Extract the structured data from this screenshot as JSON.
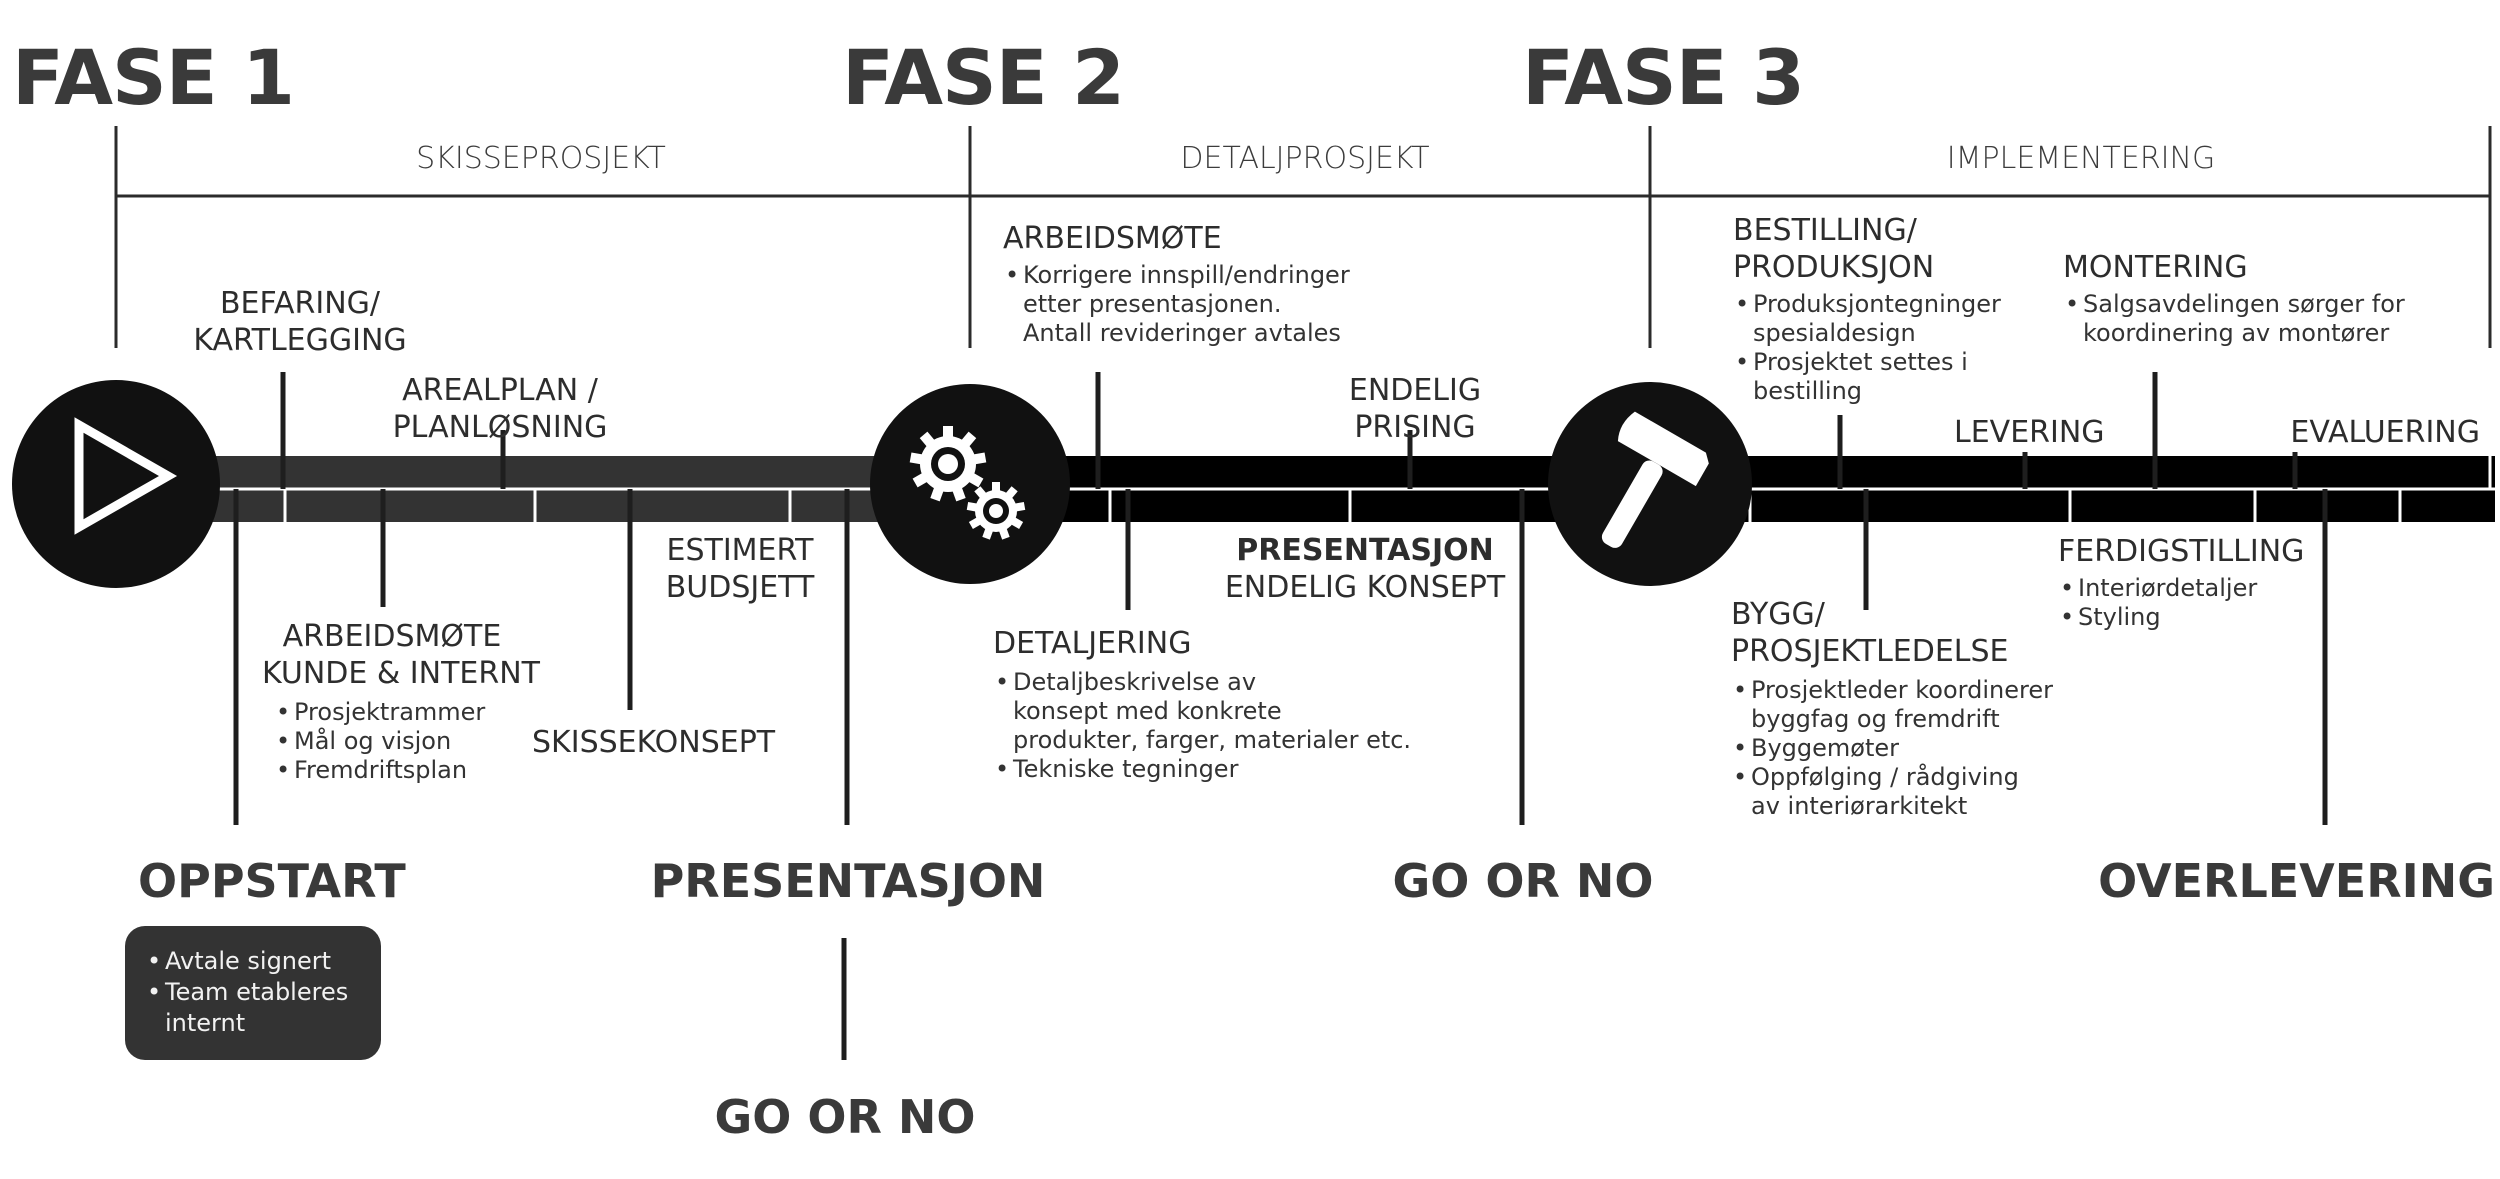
{
  "phases": [
    "FASE 1",
    "FASE 2",
    "FASE 3"
  ],
  "sections": [
    "SKISSEPROSJEKT",
    "DETALJPROSJEKT",
    "IMPLEMENTERING"
  ],
  "icons": [
    "play-icon",
    "gears-icon",
    "hammer-icon"
  ],
  "colors": {
    "bar_light": "#333333",
    "bar_dark": "#000000",
    "text": "#2b2b2b",
    "card": "#333333"
  },
  "upper": {
    "befaring": {
      "title_1": "BEFARING/",
      "title_2": "KARTLEGGING"
    },
    "arealplan": {
      "title_1": "AREALPLAN /",
      "title_2": "PLANLØSNING"
    },
    "arbeidsmote2": {
      "title": "ARBEIDSMØTE",
      "bullet_1": "Korrigere innspill/endringer",
      "bullet_1b": "etter presentasjonen.",
      "bullet_1c": "Antall revideringer avtales"
    },
    "endelig_prising": {
      "title_1": "ENDELIG",
      "title_2": "PRISING"
    },
    "bestilling": {
      "title_1": "BESTILLING/",
      "title_2": "PRODUKSJON",
      "bullets": [
        "Produksjontegninger",
        "spesialdesign",
        "Prosjektet settes i",
        "bestilling"
      ]
    },
    "montering": {
      "title": "MONTERING",
      "bullets": [
        "Salgsavdelingen sørger for",
        "koordinering av montører"
      ]
    },
    "levering": {
      "title": "LEVERING"
    },
    "evaluering": {
      "title": "EVALUERING"
    }
  },
  "lower": {
    "arbeidsmote1": {
      "title_1": "ARBEIDSMØTE",
      "title_2": "KUNDE & INTERNT",
      "bullets": [
        "Prosjektrammer",
        "Mål og visjon",
        "Fremdriftsplan"
      ]
    },
    "skissekonsept": {
      "title": "SKISSEKONSEPT"
    },
    "estimert": {
      "title_1": "ESTIMERT",
      "title_2": "BUDSJETT"
    },
    "detaljering": {
      "title": "DETALJERING",
      "bullets": [
        "Detaljbeskrivelse av",
        "konsept med konkrete",
        "produkter, farger, materialer etc.",
        "Tekniske tegninger"
      ]
    },
    "presentasjon2": {
      "title_1": "PRESENTASJON",
      "title_2": "ENDELIG KONSEPT"
    },
    "bygg": {
      "title_1": "BYGG/",
      "title_2": "PROSJEKTLEDELSE",
      "bullets": [
        "Prosjektleder koordinerer",
        "byggfag og fremdrift",
        "Byggemøter",
        "Oppfølging / rådgiving",
        "av interiørarkitekt"
      ]
    },
    "ferdigstilling": {
      "title": "FERDIGSTILLING",
      "bullets": [
        "Interiørdetaljer",
        "Styling"
      ]
    }
  },
  "milestones": {
    "oppstart": "OPPSTART",
    "presentasjon": "PRESENTASJON",
    "go_or_no_1": "GO OR NO",
    "go_or_no_2": "GO OR NO",
    "overlevering": "OVERLEVERING"
  },
  "oppstart_card": {
    "bullets": [
      "Avtale signert",
      "Team etableres",
      "internt"
    ]
  }
}
